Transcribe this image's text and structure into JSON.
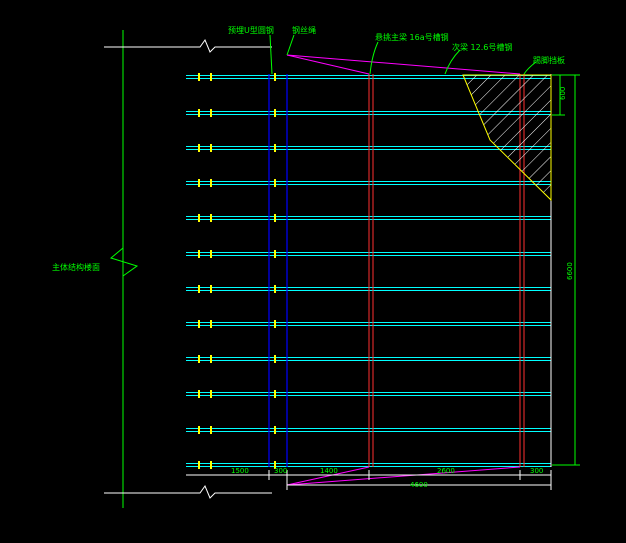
{
  "labels": {
    "main_structure_face": "主体结构楼面",
    "embed_ring": "预埋U型圆钢",
    "wire_rope": "钢丝绳",
    "main_beam": "悬挑主梁 16a号槽钢",
    "secondary_beam": "次梁 12.6号槽钢",
    "side_guard": "踢脚挡板"
  },
  "dimensions": {
    "bottom_1": "1500",
    "bottom_2": "300",
    "bottom_3": "1400",
    "bottom_4": "2600",
    "bottom_5": "300",
    "total": "4600",
    "right_small": "600",
    "right_total": "6600"
  },
  "colors": {
    "background": "#000000",
    "beams": "#00ffff",
    "text": "#00ff00",
    "wire": "#ff00ff",
    "main_red": "#ff3030",
    "blue": "#0000ff",
    "yellow": "#ffff00",
    "dim_white": "#ffffff"
  }
}
